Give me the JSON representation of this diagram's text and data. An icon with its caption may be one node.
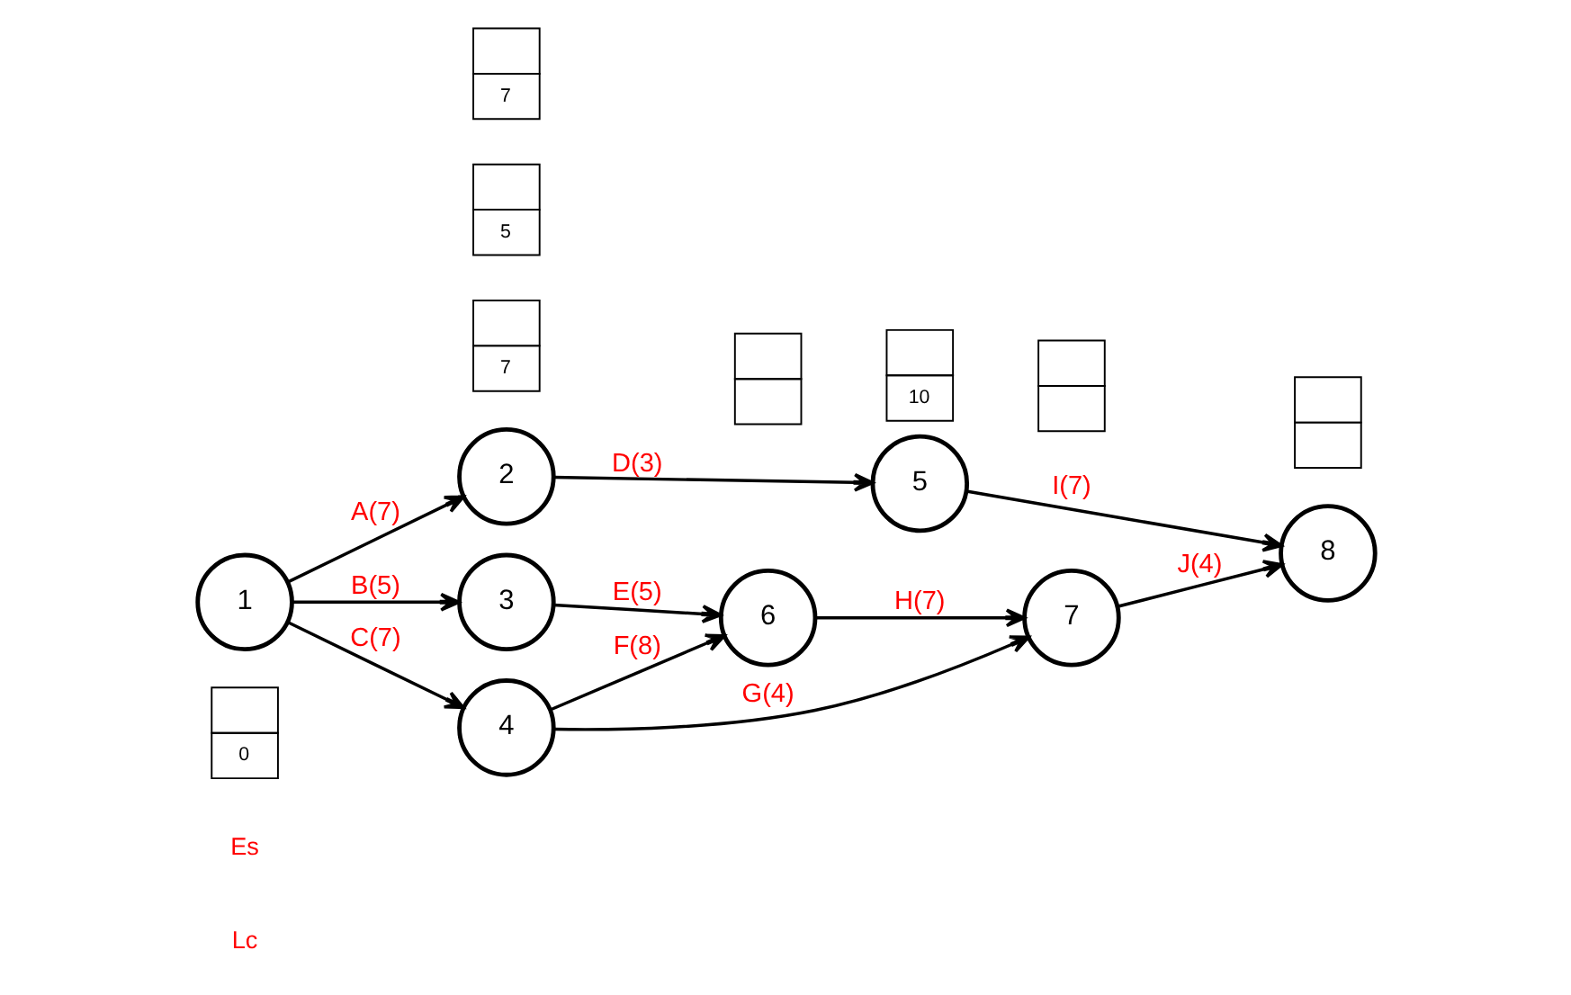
{
  "diagram": {
    "nodes": [
      {
        "text": [
          "1"
        ]
      },
      {
        "text": [
          "2"
        ]
      },
      {
        "text": [
          "3"
        ]
      },
      {
        "text": [
          "4"
        ]
      },
      {
        "text": [
          "5"
        ]
      },
      {
        "text": [
          "6"
        ]
      },
      {
        "text": [
          "7"
        ]
      },
      {
        "text": [
          "8"
        ]
      },
      {
        "text": [
          "0"
        ]
      },
      {
        "text": [
          "7"
        ]
      },
      {
        "text": [
          "5"
        ]
      },
      {
        "text": [
          "7"
        ]
      },
      {
        "text": [
          "10"
        ]
      },
      {
        "text": [],
        "shape": "box"
      },
      {
        "text": [],
        "shape": "box"
      },
      {
        "text": [],
        "shape": "box"
      }
    ],
    "edges": [
      {
        "from": 0,
        "to": 1,
        "arrow": "to",
        "label": "A(7)"
      },
      {
        "from": 0,
        "to": 2,
        "arrow": "to",
        "label": "B(5)"
      },
      {
        "from": 0,
        "to": 3,
        "arrow": "to",
        "label": "C(7)"
      },
      {
        "from": 1,
        "to": 4,
        "arrow": "to",
        "label": "D(3)"
      },
      {
        "from": 2,
        "to": 5,
        "arrow": "to",
        "label": "E(5)"
      },
      {
        "from": 3,
        "to": 5,
        "arrow": "to",
        "label": "F(8)"
      },
      {
        "from": 3,
        "to": 6,
        "arrow": "to",
        "label": "G(4)"
      },
      {
        "from": 5,
        "to": 6,
        "arrow": "to",
        "label": "H(7)"
      },
      {
        "from": 4,
        "to": 7,
        "arrow": "to",
        "label": "I(7)"
      },
      {
        "from": 6,
        "to": 7,
        "arrow": "to",
        "label": "J(4)"
      }
    ],
    "labels": [
      "Lc",
      "Es"
    ]
  }
}
